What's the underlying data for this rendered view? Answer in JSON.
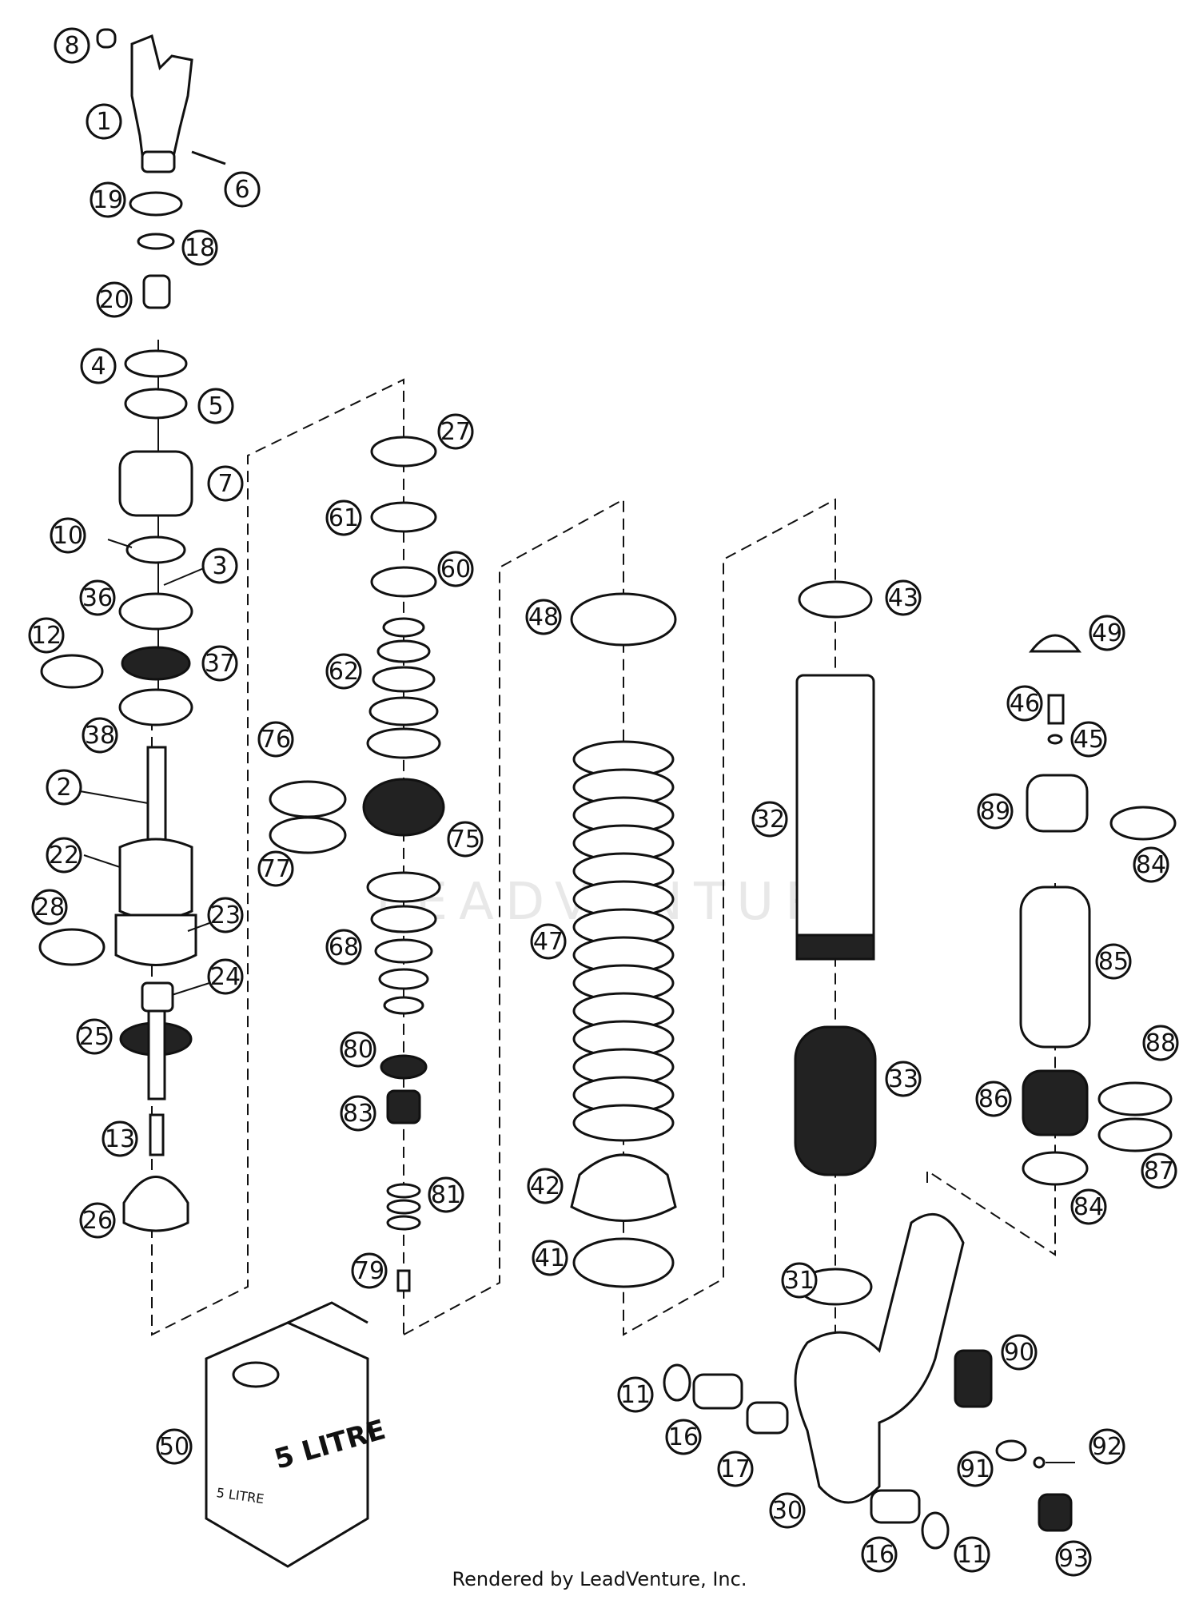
{
  "watermark": "LEADVENTURE",
  "footer": "Rendered by LeadVenture, Inc.",
  "can": {
    "label_large": "5 LITRE",
    "label_small": "5 LITRE"
  },
  "callouts": [
    "8",
    "1",
    "6",
    "19",
    "18",
    "20",
    "4",
    "5",
    "7",
    "10",
    "3",
    "36",
    "12",
    "37",
    "38",
    "2",
    "22",
    "28",
    "23",
    "24",
    "25",
    "13",
    "26",
    "76",
    "77",
    "27",
    "61",
    "60",
    "62",
    "75",
    "68",
    "80",
    "83",
    "81",
    "79",
    "48",
    "47",
    "42",
    "41",
    "43",
    "32",
    "33",
    "31",
    "49",
    "46",
    "45",
    "89",
    "84",
    "85",
    "88",
    "86",
    "87",
    "84",
    "90",
    "92",
    "91",
    "11",
    "16",
    "17",
    "30",
    "16",
    "11",
    "93",
    "50"
  ]
}
